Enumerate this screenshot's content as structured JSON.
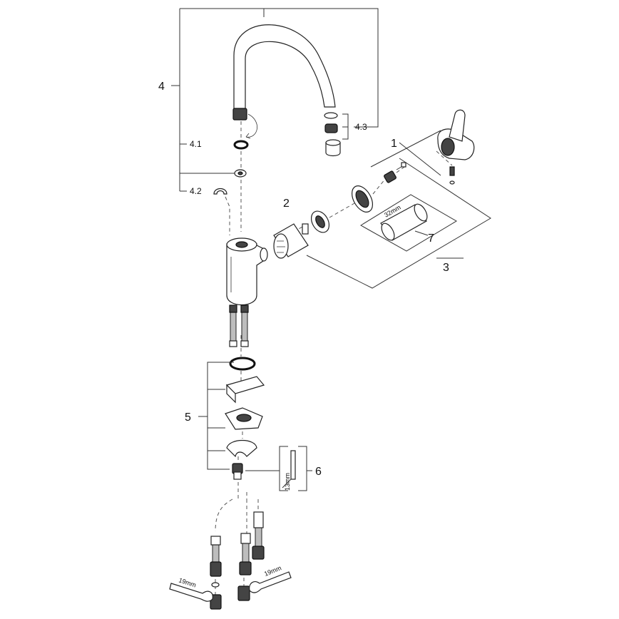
{
  "callouts": {
    "c1": "1",
    "c2": "2",
    "c3": "3",
    "c4": "4",
    "c4_1": "4.1",
    "c4_2": "4.2",
    "c4_3": "4.3",
    "c5": "5",
    "c6": "6",
    "c7": "7"
  },
  "dimensions": {
    "cartridge_tool": "32mm",
    "hex_key": "13mm",
    "wrench_left": "19mm",
    "wrench_right": "19mm"
  },
  "icons": {
    "spout": "spout-icon",
    "handle": "lever-handle-icon",
    "cartridge": "cartridge-icon",
    "wrench": "wrench-icon"
  }
}
